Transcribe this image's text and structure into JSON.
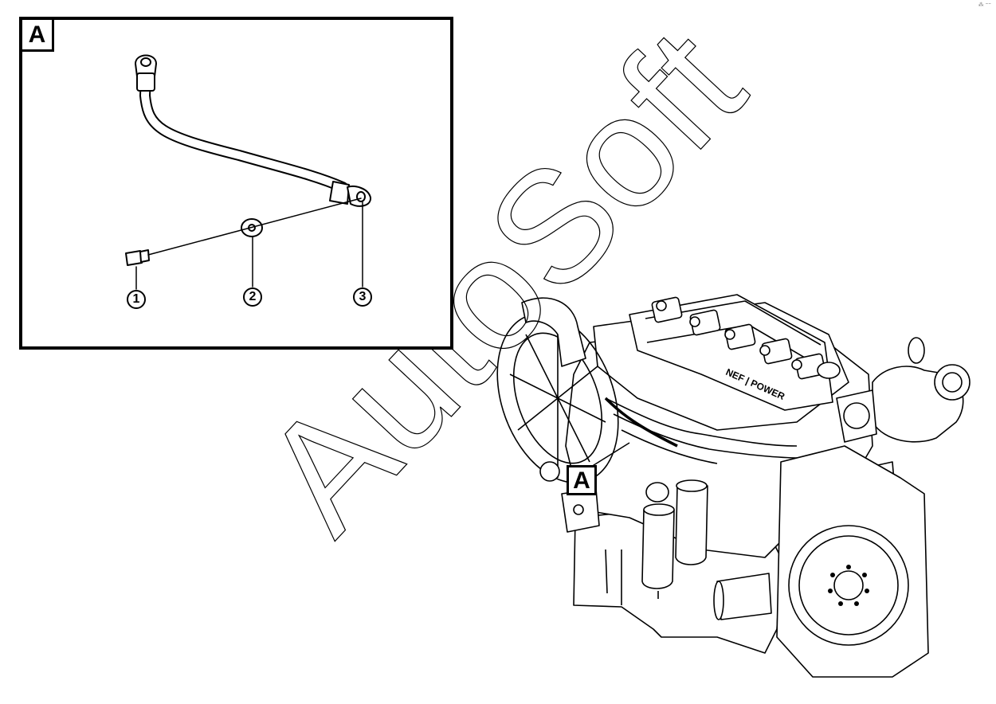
{
  "detail_view": {
    "tag": "A",
    "callouts": [
      "1",
      "2",
      "3"
    ]
  },
  "engine_view": {
    "tag": "A",
    "valve_cover_text": "NEF | POWER"
  },
  "watermark": "AutoSoft",
  "corner_mark": "⁂ ⁼⁼"
}
